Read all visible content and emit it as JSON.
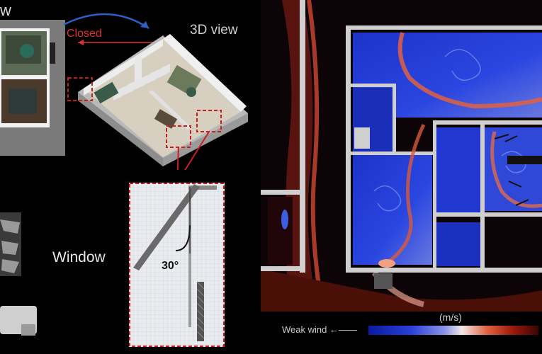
{
  "labels": {
    "top_left_partial": "w",
    "view_3d": "3D view",
    "closed": "Closed",
    "window": "Window",
    "angle": "30°",
    "unit": "(m/s)",
    "weak_wind": "Weak wind"
  },
  "colors": {
    "closed_red": "#e03030",
    "highlight_red": "#c81e1e",
    "flow_blue": "#1c33c8",
    "flow_red": "#c0301a",
    "wall_gray": "#cfcfcf"
  },
  "colorbar": {
    "colors": [
      "#0a1aa0",
      "#2a3fd8",
      "#f0e8e8",
      "#e06040",
      "#3a0505"
    ]
  }
}
